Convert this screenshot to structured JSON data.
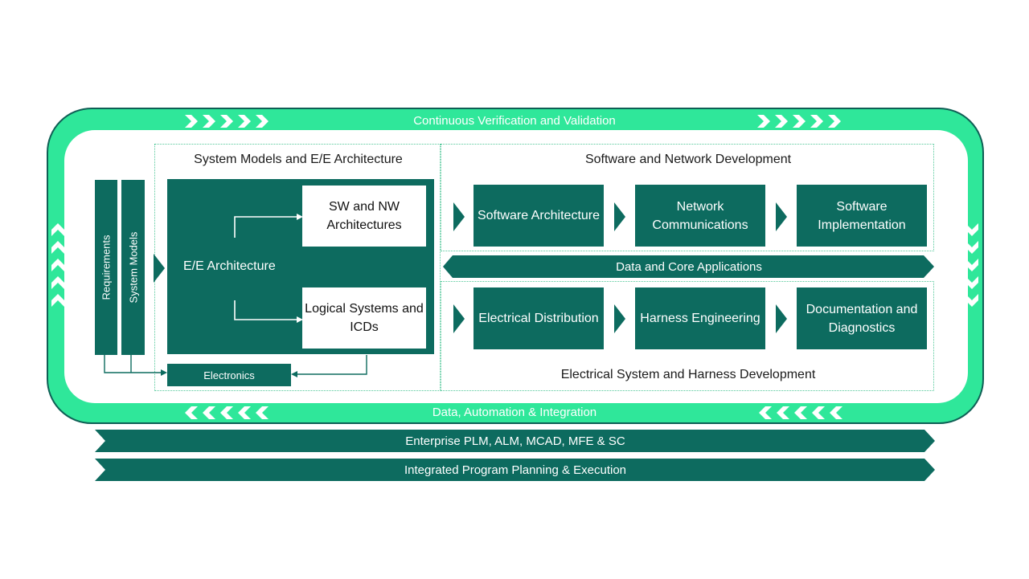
{
  "bands": {
    "top": "Continuous Verification and Validation",
    "bottom": "Data, Automation & Integration"
  },
  "sections": {
    "system_models": "System Models and E/E Architecture",
    "software_network": "Software and Network Development",
    "electrical_harness": "Electrical System and Harness Development"
  },
  "left_columns": {
    "requirements": "Requirements",
    "system_models": "System Models"
  },
  "ee": {
    "main": "E/E Architecture",
    "sw_nw": "SW and NW Architectures",
    "logical": "Logical Systems and ICDs",
    "electronics": "Electronics"
  },
  "software_row": [
    "Software Architecture",
    "Network Communications",
    "Software Implementation"
  ],
  "core_bar": "Data and Core Applications",
  "electrical_row": [
    "Electrical Distribution",
    "Harness Engineering",
    "Documentation and Diagnostics"
  ],
  "bottom_bars": {
    "enterprise": "Enterprise PLM, ALM, MCAD, MFE & SC",
    "program": "Integrated Program Planning & Execution"
  },
  "colors": {
    "teal": "#0d6b5f",
    "green_band": "#2fe79a",
    "dotted_border": "#53c89a"
  }
}
